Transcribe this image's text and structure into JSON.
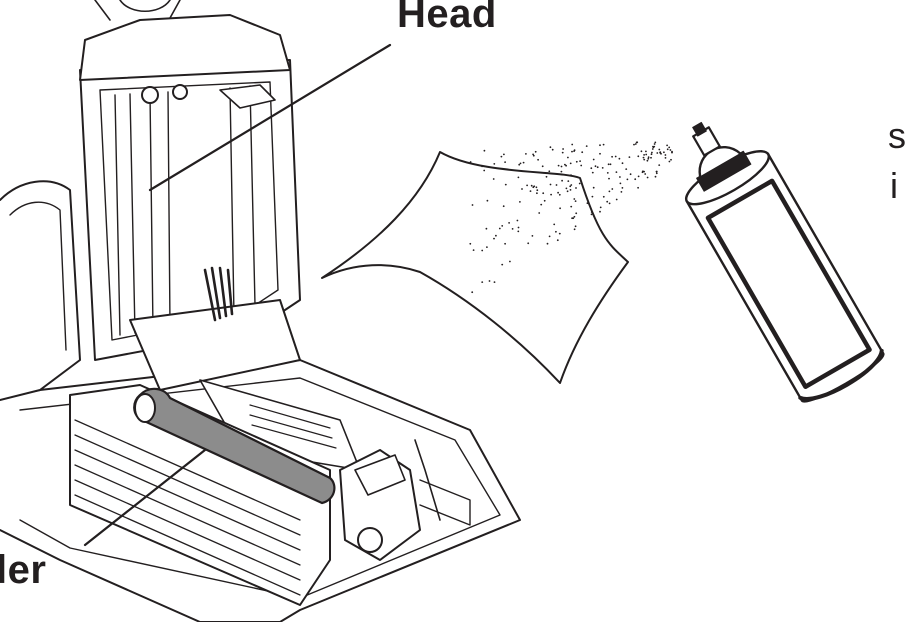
{
  "labels": {
    "head": "Head",
    "roller": "ler",
    "side_line1": "s",
    "side_line2": "i"
  },
  "colors": {
    "ink": "#231f20",
    "roller_fill": "#8c8c8c",
    "paper": "#ffffff"
  }
}
